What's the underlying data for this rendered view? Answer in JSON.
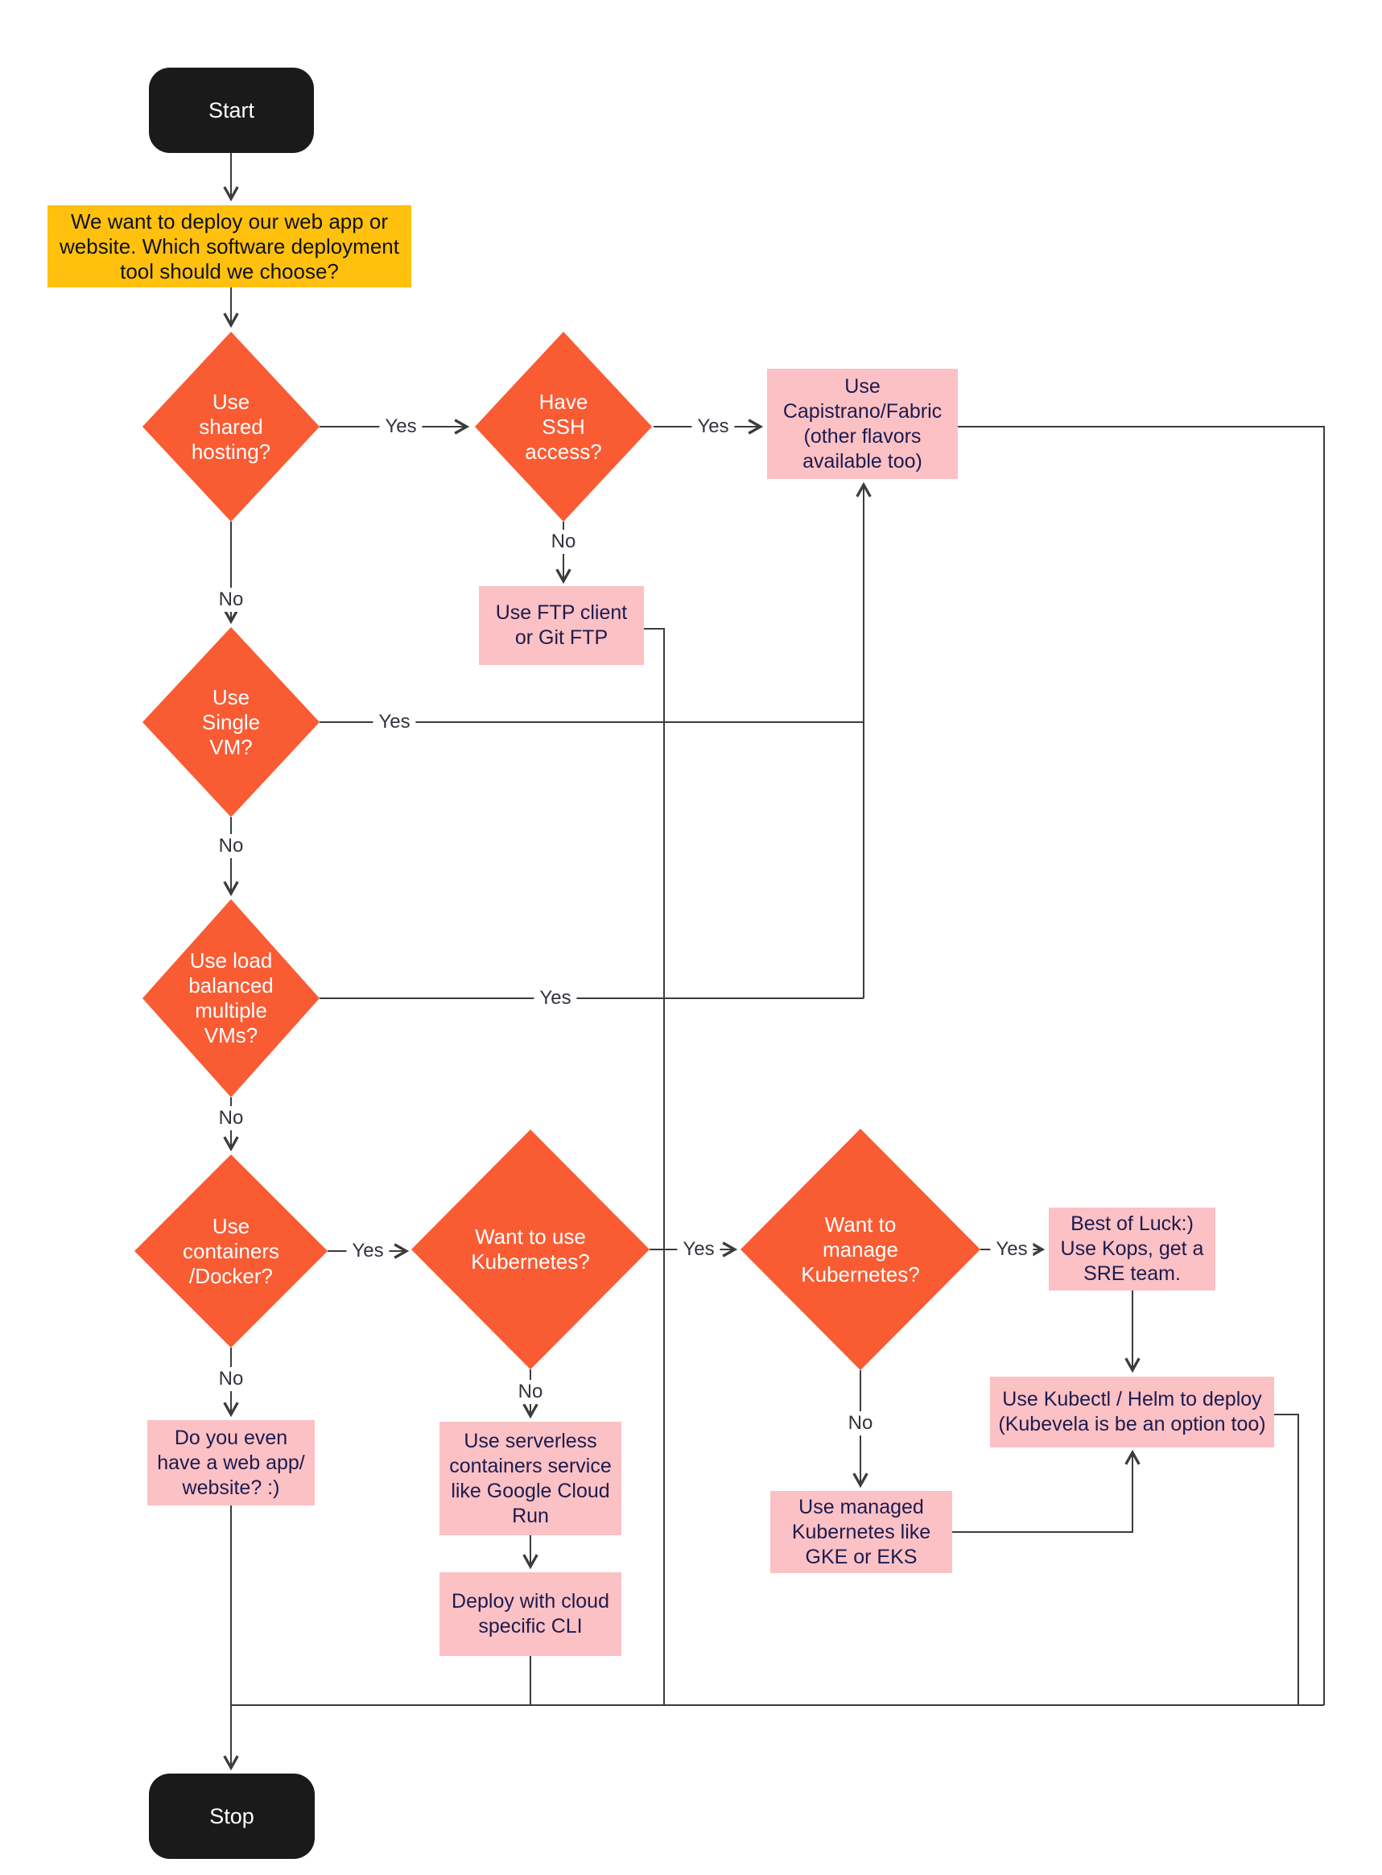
{
  "flowchart": {
    "nodes": {
      "start": {
        "type": "terminal",
        "label": "Start"
      },
      "prompt": {
        "type": "process",
        "label": "We want to deploy our web app or website. Which software deployment tool should we choose?"
      },
      "shared_hosting": {
        "type": "decision",
        "label": "Use shared hosting?"
      },
      "have_ssh": {
        "type": "decision",
        "label": "Have SSH access?"
      },
      "capistrano": {
        "type": "result",
        "label": "Use Capistrano/Fabric (other flavors available too)"
      },
      "ftp": {
        "type": "result",
        "label": "Use FTP client or Git FTP"
      },
      "single_vm": {
        "type": "decision",
        "label": "Use Single VM?"
      },
      "load_balanced": {
        "type": "decision",
        "label": "Use load balanced multiple VMs?"
      },
      "containers": {
        "type": "decision",
        "label": "Use containers /Docker?"
      },
      "use_kubernetes": {
        "type": "decision",
        "label": "Want to use Kubernetes?"
      },
      "manage_kubernetes": {
        "type": "decision",
        "label": "Want to manage Kubernetes?"
      },
      "kops": {
        "type": "result",
        "label": "Best of Luck:) Use Kops, get a SRE team."
      },
      "kubectl_helm": {
        "type": "result",
        "label": "Use Kubectl / Helm to deploy (Kubevela is be an option too)"
      },
      "managed_k8s": {
        "type": "result",
        "label": "Use managed Kubernetes like GKE or EKS"
      },
      "serverless": {
        "type": "result",
        "label": "Use serverless containers service like Google Cloud Run"
      },
      "cloud_cli": {
        "type": "result",
        "label": "Deploy with cloud specific CLI"
      },
      "no_webapp": {
        "type": "result",
        "label": "Do you even have a web app/ website? :)"
      },
      "stop": {
        "type": "terminal",
        "label": "Stop"
      }
    },
    "edge_labels": {
      "yes": "Yes",
      "no": "No"
    },
    "edges": [
      {
        "from": "start",
        "to": "prompt",
        "label": ""
      },
      {
        "from": "prompt",
        "to": "shared_hosting",
        "label": ""
      },
      {
        "from": "shared_hosting",
        "to": "have_ssh",
        "label": "Yes"
      },
      {
        "from": "shared_hosting",
        "to": "single_vm",
        "label": "No"
      },
      {
        "from": "have_ssh",
        "to": "capistrano",
        "label": "Yes"
      },
      {
        "from": "have_ssh",
        "to": "ftp",
        "label": "No"
      },
      {
        "from": "single_vm",
        "to": "capistrano",
        "label": "Yes"
      },
      {
        "from": "single_vm",
        "to": "load_balanced",
        "label": "No"
      },
      {
        "from": "load_balanced",
        "to": "capistrano",
        "label": "Yes"
      },
      {
        "from": "load_balanced",
        "to": "containers",
        "label": "No"
      },
      {
        "from": "containers",
        "to": "use_kubernetes",
        "label": "Yes"
      },
      {
        "from": "containers",
        "to": "no_webapp",
        "label": "No"
      },
      {
        "from": "use_kubernetes",
        "to": "manage_kubernetes",
        "label": "Yes"
      },
      {
        "from": "use_kubernetes",
        "to": "serverless",
        "label": "No"
      },
      {
        "from": "manage_kubernetes",
        "to": "kops",
        "label": "Yes"
      },
      {
        "from": "manage_kubernetes",
        "to": "managed_k8s",
        "label": "No"
      },
      {
        "from": "kops",
        "to": "kubectl_helm",
        "label": ""
      },
      {
        "from": "managed_k8s",
        "to": "kubectl_helm",
        "label": ""
      },
      {
        "from": "serverless",
        "to": "cloud_cli",
        "label": ""
      },
      {
        "from": "capistrano",
        "to": "stop",
        "label": ""
      },
      {
        "from": "ftp",
        "to": "stop",
        "label": ""
      },
      {
        "from": "kubectl_helm",
        "to": "stop",
        "label": ""
      },
      {
        "from": "cloud_cli",
        "to": "stop",
        "label": ""
      },
      {
        "from": "no_webapp",
        "to": "stop",
        "label": ""
      }
    ]
  },
  "colors": {
    "diamond": "#F95B33",
    "pink": "#FBC1C4",
    "yellow": "#FFC10D",
    "terminal": "#1A1A1A",
    "navy": "#1D1B4F",
    "label": "#33333F",
    "line": "#3C3C3C"
  }
}
